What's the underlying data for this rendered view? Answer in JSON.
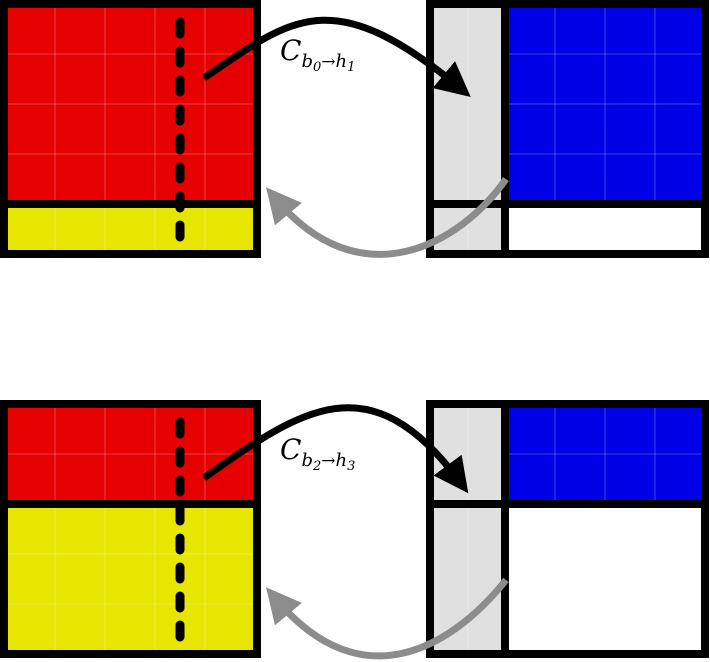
{
  "top_label": {
    "base": "C",
    "sub_from": "b",
    "sub_from_idx": "0",
    "sub_arrow": "→",
    "sub_to": "h",
    "sub_to_idx": "1"
  },
  "bottom_label": {
    "base": "C",
    "sub_from": "b",
    "sub_from_idx": "2",
    "sub_arrow": "→",
    "sub_to": "h",
    "sub_to_idx": "3"
  },
  "colors": {
    "red": "#e60000",
    "yellow": "#e6e600",
    "blue": "#0000e6",
    "gray_panel": "#e0e0e0",
    "border": "#000000",
    "arrow_black": "#000000",
    "arrow_gray": "#8c8c8c"
  }
}
